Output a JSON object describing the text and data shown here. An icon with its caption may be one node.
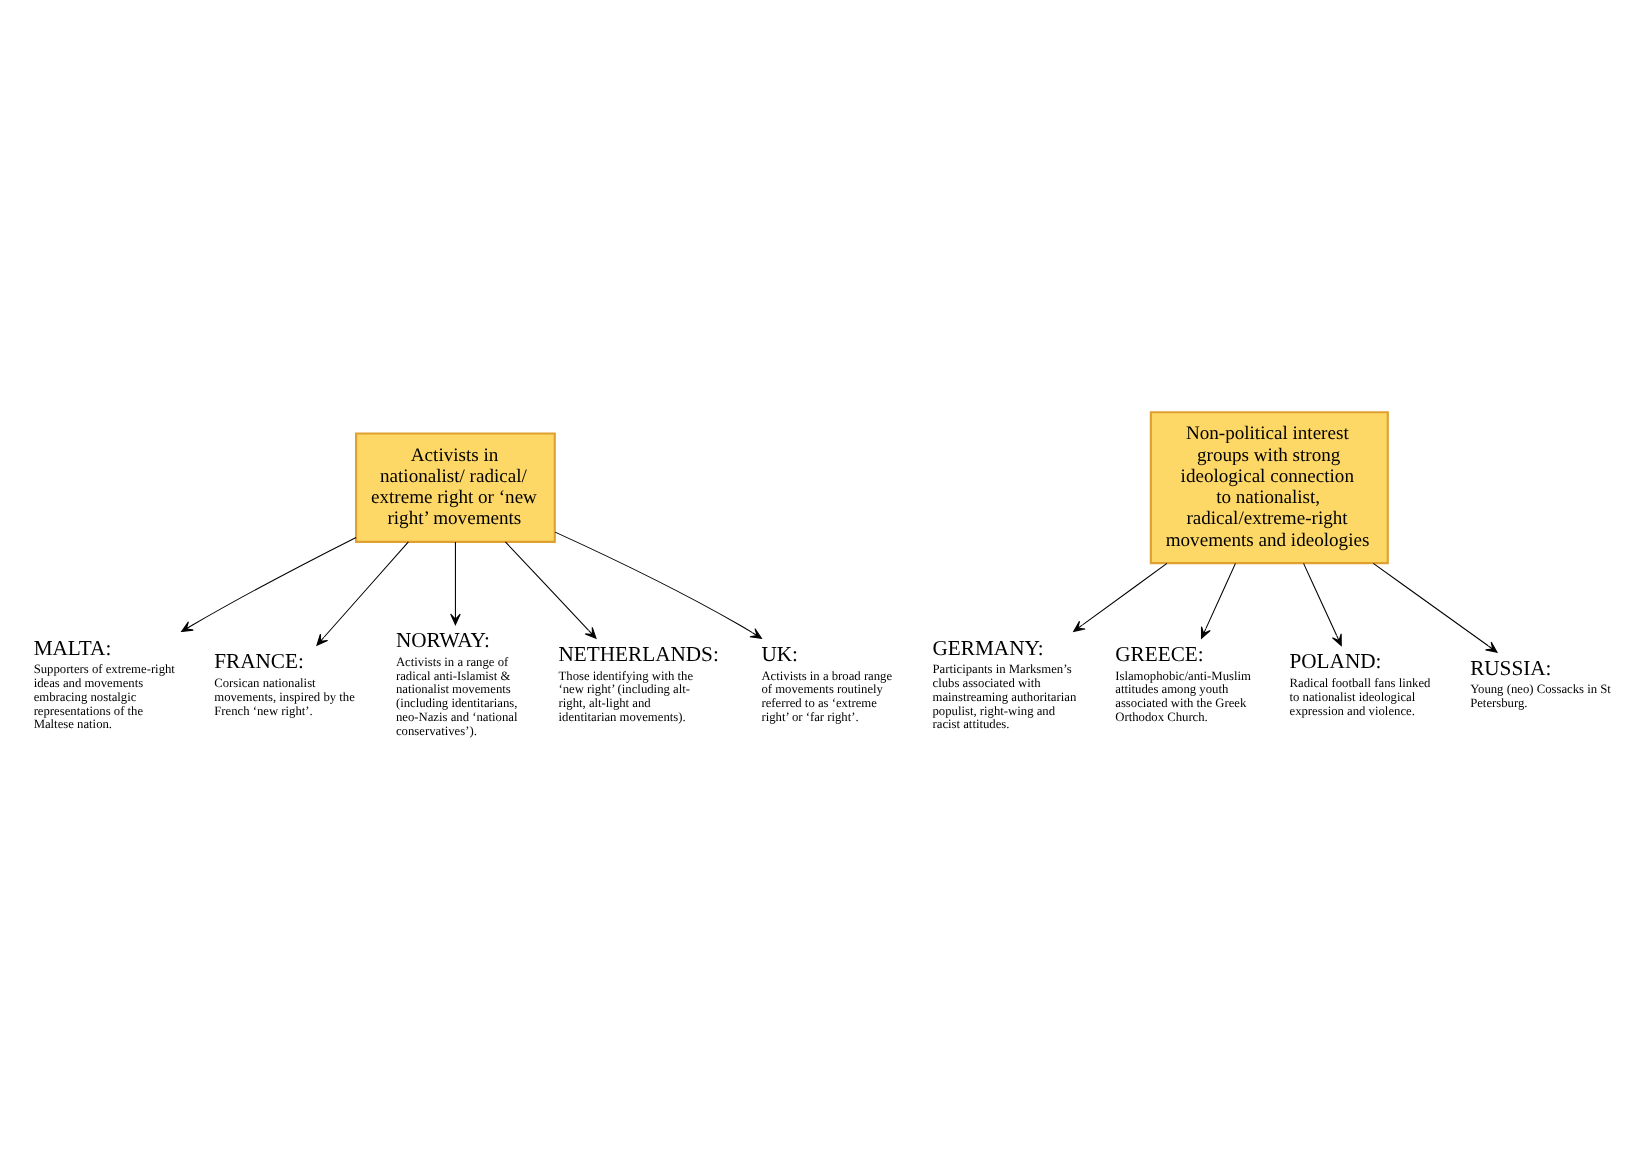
{
  "diagram": {
    "nodes": [
      {
        "text": [
          "Activists in nationalist/ radical/ extreme right or ‘new right’ movements"
        ]
      },
      {
        "text": [
          "Non-political interest groups with strong ideological connection to nationalist, radical/extreme-right movements and ideologies"
        ]
      },
      {
        "text": [
          "MALTA:",
          "Supporters of extreme-right ideas and movements embracing nostalgic representations of the Maltese nation."
        ]
      },
      {
        "text": [
          "FRANCE:",
          "Corsican nationalist movements, inspired by the French ‘new right’."
        ]
      },
      {
        "text": [
          "GERMANY:",
          "Participants in Marksmen’s clubs associated with mainstreaming authoritarian populist, right-wing and racist attitudes."
        ]
      },
      {
        "text": [
          "NORWAY:",
          "Activists in a range of radical anti-Islamist & nationalist movements (including identitarians, neo-Nazis and ‘national conservatives’)."
        ]
      },
      {
        "text": [
          "GREECE:",
          "Islamophobic/anti-Muslim attitudes among youth associated with the Greek Orthodox Church."
        ]
      },
      {
        "text": [
          "NETHERLANDS:",
          "Those identifying with the ‘new right’ (including alt-right, alt-light and identitarian movements)."
        ]
      },
      {
        "text": [
          "UK:",
          "Activists in a broad range of movements routinely referred to as ‘extreme right’ or ‘far right’."
        ]
      },
      {
        "text": [
          "POLAND:",
          "Radical football fans linked to nationalist ideological expression and violence."
        ]
      },
      {
        "text": [
          "RUSSIA:",
          "Young (neo) Cossacks in St Petersburg."
        ]
      }
    ],
    "edges": [
      {
        "from": 0,
        "to": 2,
        "arrow": "to"
      },
      {
        "from": 0,
        "to": 3,
        "arrow": "to"
      },
      {
        "from": 1,
        "to": 4,
        "arrow": "to"
      },
      {
        "from": 0,
        "to": 5,
        "arrow": "to"
      },
      {
        "from": 1,
        "to": 6,
        "arrow": "to"
      },
      {
        "from": 0,
        "to": 7,
        "arrow": "to"
      },
      {
        "from": 0,
        "to": 8,
        "arrow": "to"
      },
      {
        "from": 1,
        "to": 9,
        "arrow": "to"
      },
      {
        "from": 1,
        "to": 10,
        "arrow": "to"
      }
    ]
  }
}
